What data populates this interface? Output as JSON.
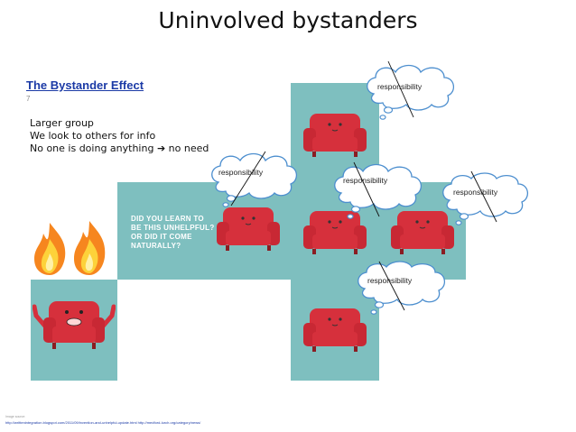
{
  "slide": {
    "title": "Uninvolved bystanders",
    "link_title": "The Bystander Effect",
    "slide_number": "7",
    "bullets": [
      "Larger group",
      "We look to others for info",
      "No one is doing anything ➔ no need"
    ]
  },
  "poster": {
    "lines": [
      "DID YOU LEARN TO",
      "BE THIS UNHELPFUL?",
      "OR DID IT COME",
      "NATURALLY?"
    ]
  },
  "clouds": [
    {
      "label": "responsibility"
    },
    {
      "label": "responsibility"
    },
    {
      "label": "responsibility"
    },
    {
      "label": "responsibility"
    },
    {
      "label": "responsibility"
    }
  ],
  "footer": {
    "caption": "Image source:",
    "url": "http://writtenintegration.blogspot.com/2011/09/invention-and-unhelpful-update.html http://medford-lurch.org/category/news/"
  },
  "colors": {
    "panel": "#7ebfbf",
    "couch": "#d6303c",
    "cloud_stroke": "#4d8fcf",
    "link": "#1b3aa6"
  }
}
